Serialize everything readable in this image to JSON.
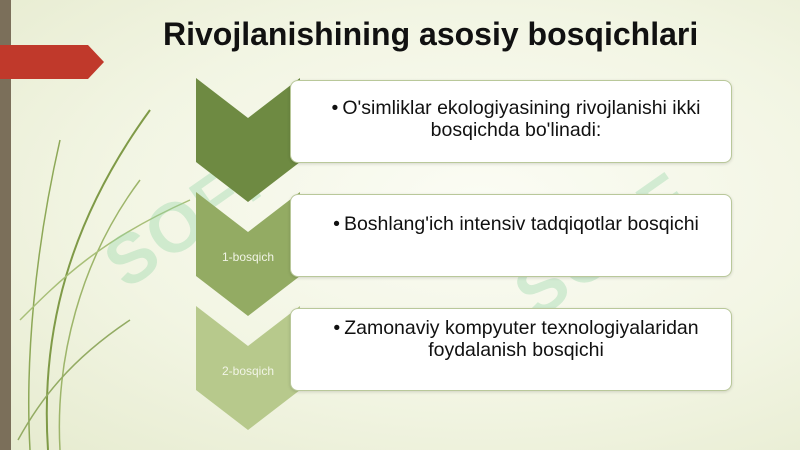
{
  "slide": {
    "title": "Rivojlanishining asosiy bosqichlari",
    "watermark_text": "SOFF",
    "steps": [
      {
        "label": "",
        "text": "O'simliklar ekologiyasining rivojlanishi ikki bosqichda bo'linadi:"
      },
      {
        "label": "1-bosqich",
        "text": "Boshlang'ich intensiv tadqiqotlar bosqichi"
      },
      {
        "label": "2-bosqich",
        "text": "Zamonaviy kompyuter texnologiyalaridan foydalanish bosqichi"
      }
    ],
    "colors": {
      "chevron_dark": "#6e8a42",
      "chevron_mid": "#93ab63",
      "chevron_light": "#b7c98c",
      "box_border": "#b9c89a",
      "accent_red": "#c0392b"
    }
  }
}
